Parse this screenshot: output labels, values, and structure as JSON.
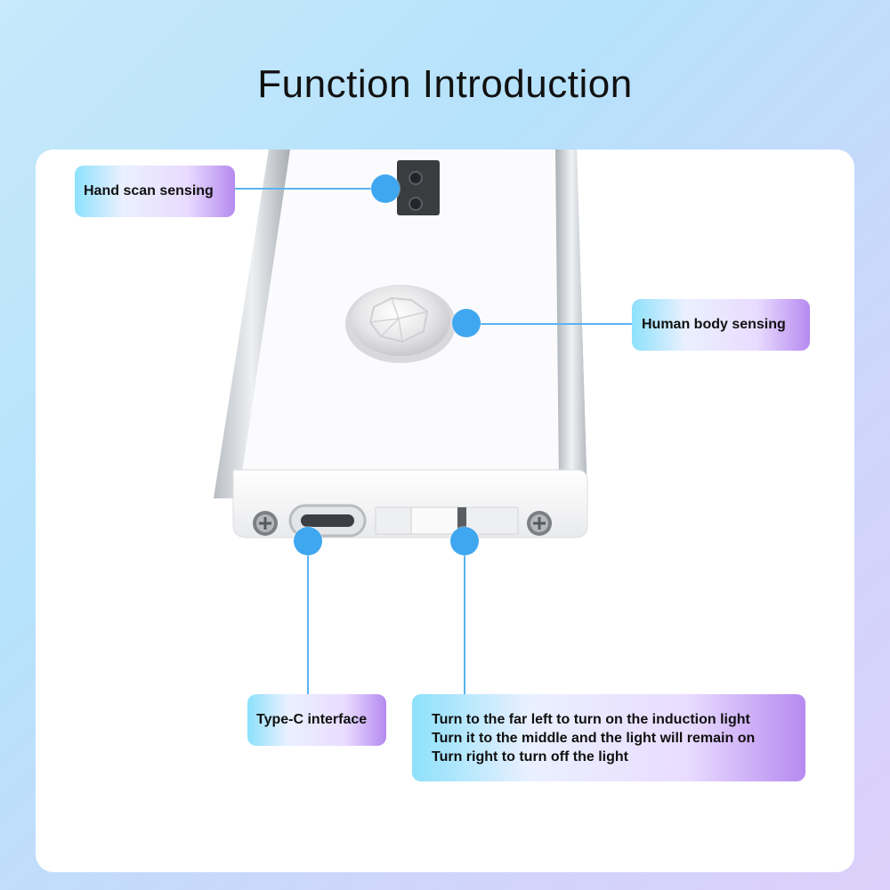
{
  "page": {
    "title": "Function Introduction"
  },
  "labels": {
    "hand_scan": "Hand scan sensing",
    "human_body": "Human body sensing",
    "type_c": "Type-C interface",
    "switch_lines": [
      "Turn to the far left to turn on the induction light",
      "Turn it to the middle and the light will remain on",
      "Turn right to turn off the light"
    ]
  },
  "colors": {
    "accent_dot": "#3fa7f0",
    "connector_line": "#57b4f2",
    "label_gradient_start": "#8de1fb",
    "label_gradient_end": "#b68af0"
  }
}
